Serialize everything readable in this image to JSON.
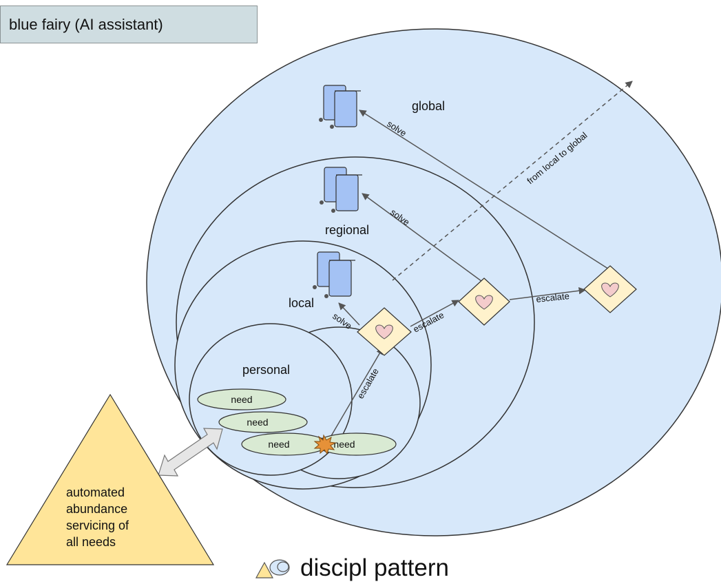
{
  "title_box": "blue fairy (AI assistant)",
  "circles": {
    "global": "global",
    "regional": "regional",
    "local": "local",
    "personal": "personal"
  },
  "needs": [
    "need",
    "need",
    "need",
    "need"
  ],
  "arrows": {
    "solve_global": "solve",
    "solve_regional": "solve",
    "solve_local": "solve",
    "escalate_1": "escalate",
    "escalate_2": "escalate",
    "escalate_3": "escalate",
    "local_to_global": "from local to global"
  },
  "triangle_text": [
    "automated",
    "abundance",
    "servicing of",
    "all needs"
  ],
  "brand_text": "discipl pattern",
  "colors": {
    "circle_fill": "#d7e8fa",
    "circle_stroke": "#333333",
    "need_fill": "#d9ead3",
    "diamond_fill": "#fff2cc",
    "heart_fill": "#f4cccc",
    "scroll_fill": "#a4c2f4",
    "triangle_fill": "#ffe599",
    "title_fill": "#cfdde1"
  }
}
